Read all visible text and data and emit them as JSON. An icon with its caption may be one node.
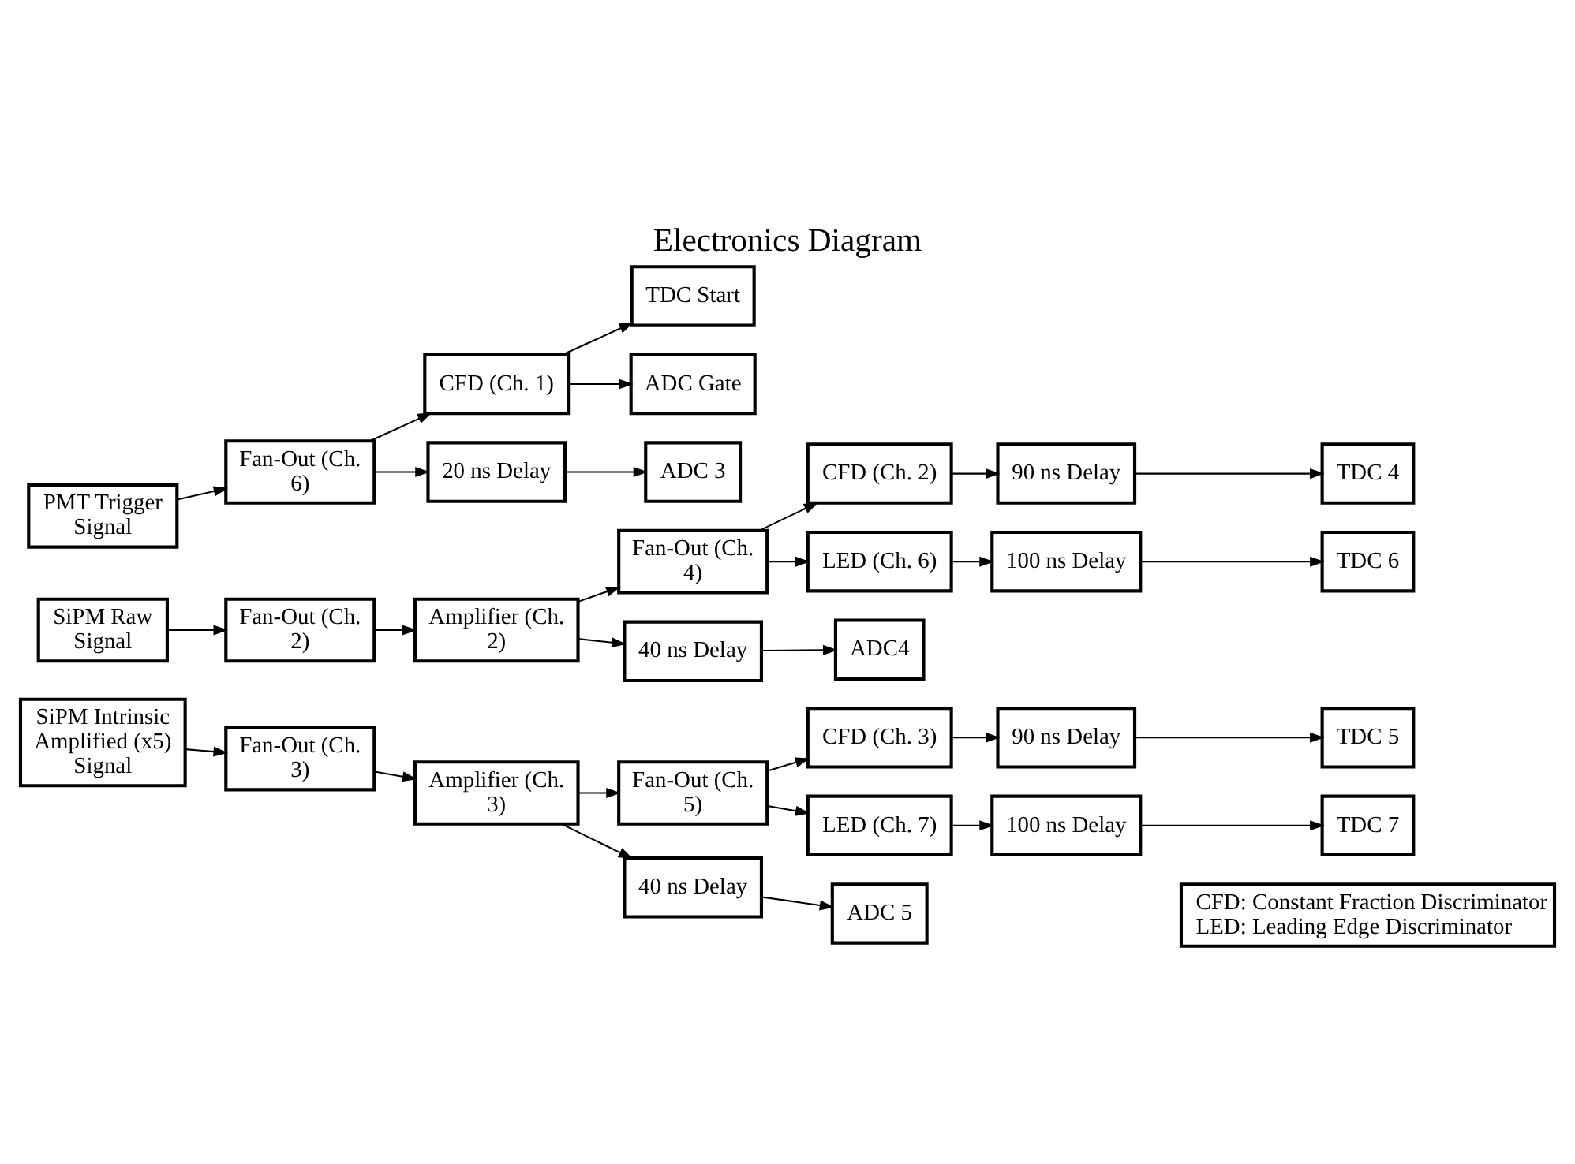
{
  "diagram": {
    "title": "Electronics Diagram",
    "nodes": [
      {
        "text": [
          "PMT Trigger Signal"
        ]
      },
      {
        "text": [
          "Fan-Out (Ch. 6)"
        ]
      },
      {
        "text": [
          "CFD (Ch. 1)"
        ]
      },
      {
        "text": [
          "TDC Start"
        ]
      },
      {
        "text": [
          "ADC Gate"
        ]
      },
      {
        "text": [
          "20 ns Delay"
        ]
      },
      {
        "text": [
          "ADC 3"
        ]
      },
      {
        "text": [
          "SiPM Raw Signal"
        ]
      },
      {
        "text": [
          "Fan-Out (Ch. 2)"
        ]
      },
      {
        "text": [
          "Amplifier (Ch. 2)"
        ]
      },
      {
        "text": [
          "Fan-Out (Ch. 4)"
        ]
      },
      {
        "text": [
          "CFD (Ch. 2)"
        ]
      },
      {
        "text": [
          "90 ns Delay"
        ]
      },
      {
        "text": [
          "TDC 4"
        ]
      },
      {
        "text": [
          "LED (Ch. 6)"
        ]
      },
      {
        "text": [
          "100 ns Delay"
        ]
      },
      {
        "text": [
          "TDC 6"
        ]
      },
      {
        "text": [
          "40 ns Delay"
        ]
      },
      {
        "text": [
          "ADC4"
        ]
      },
      {
        "text": [
          "SiPM Intrinsic Amplified (x5) Signal"
        ]
      },
      {
        "text": [
          "Fan-Out (Ch. 3)"
        ]
      },
      {
        "text": [
          "Amplifier (Ch. 3)"
        ]
      },
      {
        "text": [
          "Fan-Out (Ch. 5)"
        ]
      },
      {
        "text": [
          "CFD (Ch. 3)"
        ]
      },
      {
        "text": [
          "90 ns Delay"
        ]
      },
      {
        "text": [
          "TDC 5"
        ]
      },
      {
        "text": [
          "LED (Ch. 7)"
        ]
      },
      {
        "text": [
          "100 ns Delay"
        ]
      },
      {
        "text": [
          "TDC 7"
        ]
      },
      {
        "text": [
          "40 ns Delay"
        ]
      },
      {
        "text": [
          "ADC 5"
        ]
      },
      {
        "text": [
          "CFD: Constant Fraction Discriminator",
          "LED: Leading Edge Discriminator"
        ]
      }
    ],
    "edges": [
      {
        "from": 0,
        "to": 1,
        "arrow": "to"
      },
      {
        "from": 1,
        "to": 2,
        "arrow": "to"
      },
      {
        "from": 2,
        "to": 3,
        "arrow": "to"
      },
      {
        "from": 2,
        "to": 4,
        "arrow": "to"
      },
      {
        "from": 1,
        "to": 5,
        "arrow": "to"
      },
      {
        "from": 5,
        "to": 6,
        "arrow": "to"
      },
      {
        "from": 7,
        "to": 8,
        "arrow": "to"
      },
      {
        "from": 8,
        "to": 9,
        "arrow": "to"
      },
      {
        "from": 9,
        "to": 10,
        "arrow": "to"
      },
      {
        "from": 10,
        "to": 11,
        "arrow": "to"
      },
      {
        "from": 11,
        "to": 12,
        "arrow": "to"
      },
      {
        "from": 12,
        "to": 13,
        "arrow": "to"
      },
      {
        "from": 10,
        "to": 14,
        "arrow": "to"
      },
      {
        "from": 14,
        "to": 15,
        "arrow": "to"
      },
      {
        "from": 15,
        "to": 16,
        "arrow": "to"
      },
      {
        "from": 9,
        "to": 17,
        "arrow": "to"
      },
      {
        "from": 17,
        "to": 18,
        "arrow": "to"
      },
      {
        "from": 19,
        "to": 20,
        "arrow": "to"
      },
      {
        "from": 20,
        "to": 21,
        "arrow": "to"
      },
      {
        "from": 21,
        "to": 22,
        "arrow": "to"
      },
      {
        "from": 22,
        "to": 23,
        "arrow": "to"
      },
      {
        "from": 23,
        "to": 24,
        "arrow": "to"
      },
      {
        "from": 24,
        "to": 25,
        "arrow": "to"
      },
      {
        "from": 22,
        "to": 26,
        "arrow": "to"
      },
      {
        "from": 26,
        "to": 27,
        "arrow": "to"
      },
      {
        "from": 27,
        "to": 28,
        "arrow": "to"
      },
      {
        "from": 21,
        "to": 29,
        "arrow": "to"
      },
      {
        "from": 29,
        "to": 30,
        "arrow": "to"
      }
    ]
  }
}
